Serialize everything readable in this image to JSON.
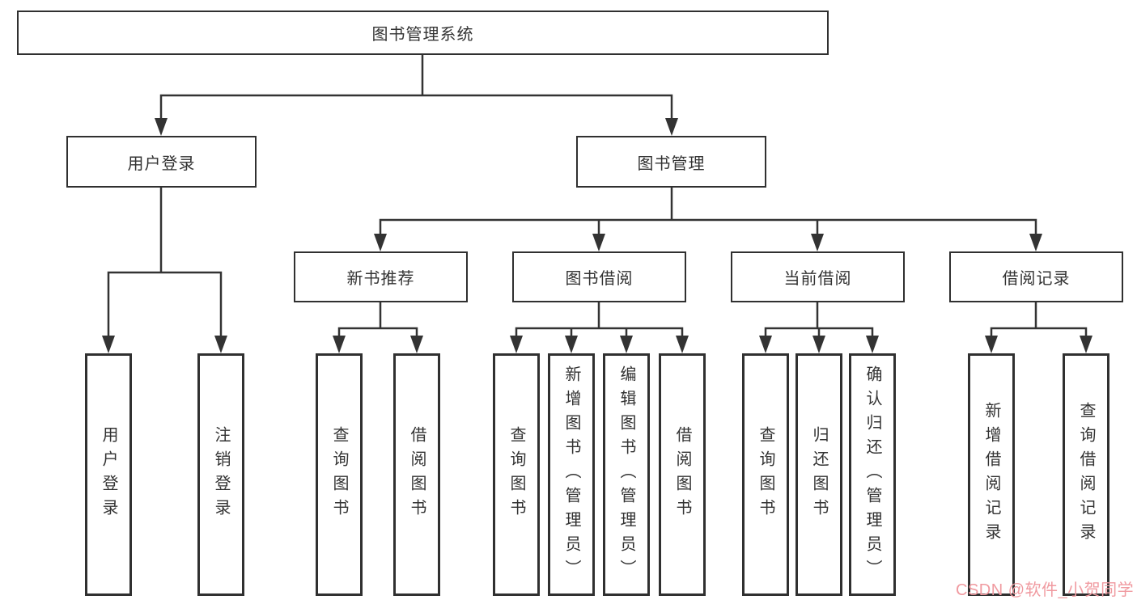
{
  "colors": {
    "background": "#ffffff",
    "line": "#333333",
    "box_border": "#303030",
    "text": "#333333",
    "watermark": "#f09aa0"
  },
  "watermark": {
    "text": "CSDN @软件_小贺同学"
  },
  "diagram": {
    "tree": {
      "label": "图书管理系统",
      "children": [
        {
          "label": "用户登录",
          "children": [
            {
              "label": "用户登录"
            },
            {
              "label": "注销登录"
            }
          ]
        },
        {
          "label": "图书管理",
          "children": [
            {
              "label": "新书推荐",
              "children": [
                {
                  "label": "查询图书"
                },
                {
                  "label": "借阅图书"
                }
              ]
            },
            {
              "label": "图书借阅",
              "children": [
                {
                  "label": "查询图书"
                },
                {
                  "label": "新增图书（管理员）"
                },
                {
                  "label": "编辑图书（管理员）"
                },
                {
                  "label": "借阅图书"
                }
              ]
            },
            {
              "label": "当前借阅",
              "children": [
                {
                  "label": "查询图书"
                },
                {
                  "label": "归还图书"
                },
                {
                  "label": "确认归还（管理员）"
                }
              ]
            },
            {
              "label": "借阅记录",
              "children": [
                {
                  "label": "新增借阅记录"
                },
                {
                  "label": "查询借阅记录"
                }
              ]
            }
          ]
        }
      ]
    }
  }
}
